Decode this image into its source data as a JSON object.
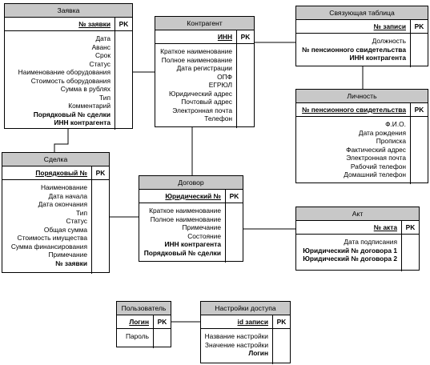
{
  "entities": [
    {
      "id": "zayavka",
      "title": "Заявка",
      "pk_field": "№ заявки",
      "pk_label": "PK",
      "attributes": [
        {
          "text": "Дата",
          "bold": false
        },
        {
          "text": "Аванс",
          "bold": false
        },
        {
          "text": "Срок",
          "bold": false
        },
        {
          "text": "Статус",
          "bold": false
        },
        {
          "text": "Наименование оборудования",
          "bold": false
        },
        {
          "text": "Стоимость оборудования",
          "bold": false
        },
        {
          "text": "Сумма в рублях",
          "bold": false
        },
        {
          "text": "Тип",
          "bold": false
        },
        {
          "text": "Комментарий",
          "bold": false
        },
        {
          "text": "Порядковый № сделки",
          "bold": true
        },
        {
          "text": "ИНН контрагента",
          "bold": true
        }
      ]
    },
    {
      "id": "kontragent",
      "title": "Контрагент",
      "pk_field": "ИНН",
      "pk_label": "PK",
      "attributes": [
        {
          "text": "Краткое наименование",
          "bold": false
        },
        {
          "text": "Полное наименование",
          "bold": false
        },
        {
          "text": "Дата регистрации",
          "bold": false
        },
        {
          "text": "ОПФ",
          "bold": false
        },
        {
          "text": "ЕГРЮЛ",
          "bold": false
        },
        {
          "text": "Юридический адрес",
          "bold": false
        },
        {
          "text": "Почтовый адрес",
          "bold": false
        },
        {
          "text": "Электронная почта",
          "bold": false
        },
        {
          "text": "Телефон",
          "bold": false
        }
      ]
    },
    {
      "id": "svyaz",
      "title": "Связующая таблица",
      "pk_field": "№ записи",
      "pk_label": "PK",
      "attributes": [
        {
          "text": "Должность",
          "bold": false
        },
        {
          "text": "№ пенсионного свидетельства",
          "bold": true
        },
        {
          "text": "ИНН контрагента",
          "bold": true
        }
      ]
    },
    {
      "id": "lichnost",
      "title": "Личность",
      "pk_field": "№ пенсионного свидетельства",
      "pk_label": "PK",
      "attributes": [
        {
          "text": "Ф.И.О.",
          "bold": false
        },
        {
          "text": "Дата рождения",
          "bold": false
        },
        {
          "text": "Прописка",
          "bold": false
        },
        {
          "text": "Фактический адрес",
          "bold": false
        },
        {
          "text": "Электронная почта",
          "bold": false
        },
        {
          "text": "Рабочий телефон",
          "bold": false
        },
        {
          "text": "Домашний телефон",
          "bold": false
        }
      ]
    },
    {
      "id": "sdelka",
      "title": "Сделка",
      "pk_field": "Порядковый №",
      "pk_label": "PK",
      "attributes": [
        {
          "text": "Наименование",
          "bold": false
        },
        {
          "text": "Дата начала",
          "bold": false
        },
        {
          "text": "Дата окончания",
          "bold": false
        },
        {
          "text": "Тип",
          "bold": false
        },
        {
          "text": "Статус",
          "bold": false
        },
        {
          "text": "Общая сумма",
          "bold": false
        },
        {
          "text": "Стоимость имущества",
          "bold": false
        },
        {
          "text": "Сумма финансирования",
          "bold": false
        },
        {
          "text": "Примечание",
          "bold": false
        },
        {
          "text": "№ заявки",
          "bold": true
        }
      ]
    },
    {
      "id": "dogovor",
      "title": "Договор",
      "pk_field": "Юридический №",
      "pk_label": "PK",
      "attributes": [
        {
          "text": "Краткое наименование",
          "bold": false
        },
        {
          "text": "Полное наименование",
          "bold": false
        },
        {
          "text": "Примечание",
          "bold": false
        },
        {
          "text": "Состояние",
          "bold": false
        },
        {
          "text": "ИНН контрагента",
          "bold": true
        },
        {
          "text": "Порядковый № сделки",
          "bold": true
        }
      ]
    },
    {
      "id": "akt",
      "title": "Акт",
      "pk_field": "№ акта",
      "pk_label": "PK",
      "attributes": [
        {
          "text": "Дата подписания",
          "bold": false
        },
        {
          "text": "Юридический № договора 1",
          "bold": true
        },
        {
          "text": "Юридический № договора 2",
          "bold": true
        }
      ]
    },
    {
      "id": "polzovatel",
      "title": "Пользователь",
      "pk_field": "Логин",
      "pk_label": "PK",
      "attributes": [
        {
          "text": "Пароль",
          "bold": false
        }
      ]
    },
    {
      "id": "nastroiki",
      "title": "Настройки доступа",
      "pk_field": "id записи",
      "pk_label": "PK",
      "attributes": [
        {
          "text": "Название настройки",
          "bold": false
        },
        {
          "text": "Значение настройки",
          "bold": false
        },
        {
          "text": "Логин",
          "bold": true
        }
      ]
    }
  ],
  "relationships": [
    {
      "from": "zayavka",
      "to": "kontragent"
    },
    {
      "from": "kontragent",
      "to": "svyaz"
    },
    {
      "from": "svyaz",
      "to": "lichnost"
    },
    {
      "from": "zayavka",
      "to": "sdelka"
    },
    {
      "from": "kontragent",
      "to": "dogovor"
    },
    {
      "from": "sdelka",
      "to": "dogovor"
    },
    {
      "from": "dogovor",
      "to": "akt"
    },
    {
      "from": "polzovatel",
      "to": "nastroiki"
    }
  ]
}
